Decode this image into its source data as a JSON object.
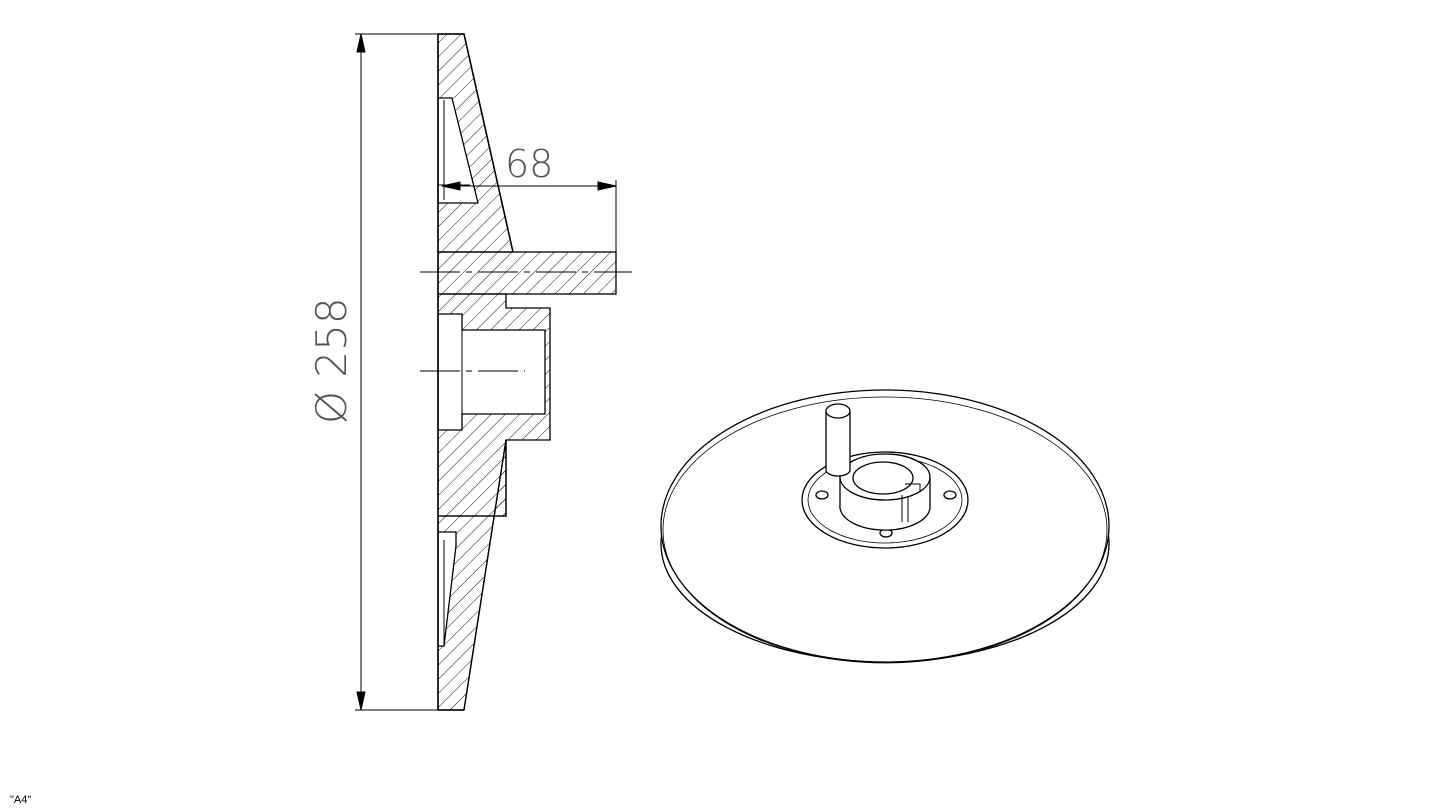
{
  "sheet": {
    "format_label": "\"A4\""
  },
  "section_view": {
    "dimensions": {
      "diameter_label": "Ø 258",
      "length_label": "68"
    }
  },
  "colors": {
    "line": "#000000",
    "dimension_text": "#555555",
    "background": "#ffffff"
  }
}
